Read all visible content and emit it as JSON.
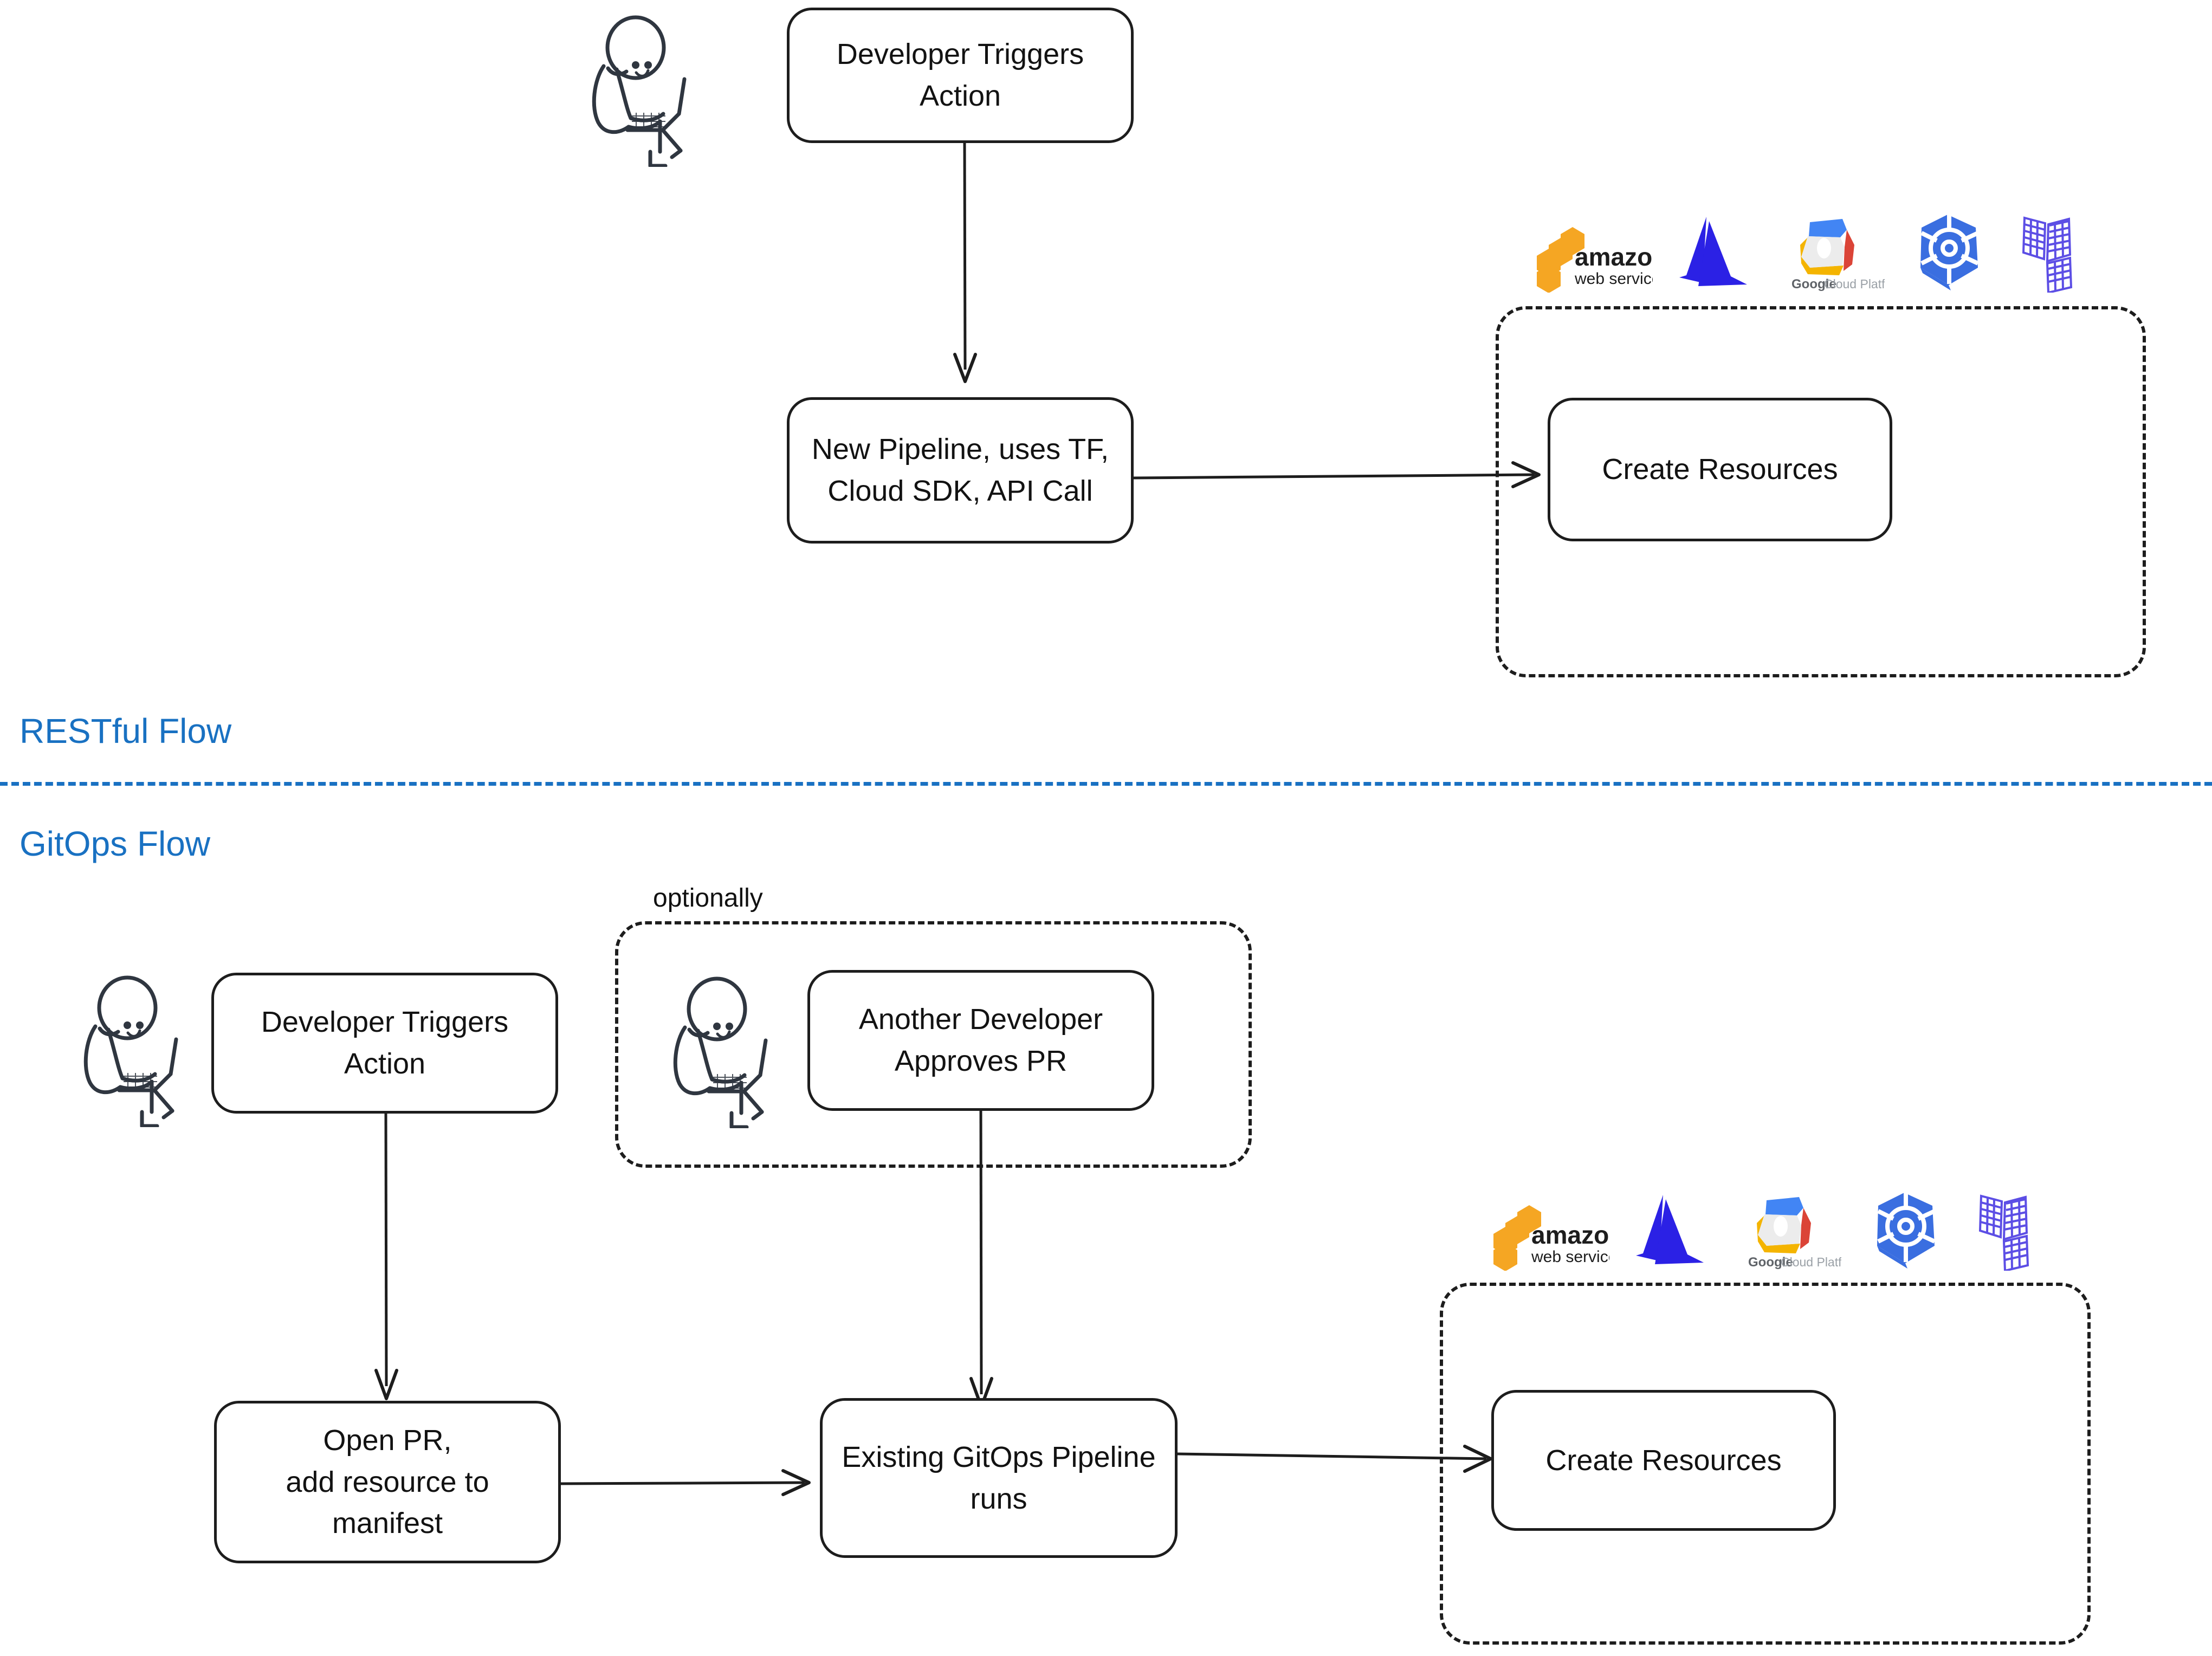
{
  "diagram": {
    "title_restful": "RESTful Flow",
    "title_gitops": "GitOps Flow",
    "optional_label": "optionally"
  },
  "restful_flow": {
    "nodes": [
      {
        "id": "dev-triggers-action",
        "label": "Developer Triggers\nAction"
      },
      {
        "id": "new-pipeline",
        "label": "New Pipeline, uses TF,\nCloud SDK, API Call"
      },
      {
        "id": "create-resources",
        "label": "Create Resources"
      }
    ],
    "actor": "developer-stick-figure"
  },
  "gitops_flow": {
    "nodes": [
      {
        "id": "dev-triggers-action",
        "label": "Developer Triggers\nAction"
      },
      {
        "id": "another-dev-approves",
        "label": "Another Developer\nApproves PR"
      },
      {
        "id": "open-pr",
        "label": "Open PR,\nadd resource to\nmanifest"
      },
      {
        "id": "gitops-pipeline",
        "label": "Existing GitOps Pipeline\nruns"
      },
      {
        "id": "create-resources",
        "label": "Create Resources"
      }
    ],
    "actors": [
      "developer-stick-figure",
      "reviewer-stick-figure"
    ]
  },
  "cloud_logos": [
    {
      "id": "aws",
      "name": "amazon web services",
      "line1": "amazon",
      "line2": "web services",
      "color": "#f5a623"
    },
    {
      "id": "azure",
      "name": "Azure",
      "color": "#2b21e5"
    },
    {
      "id": "gcp",
      "name": "Google Cloud Platform",
      "word1": "Google",
      "word2": "Cloud Platform",
      "color": "#4285f4"
    },
    {
      "id": "kubernetes",
      "name": "Kubernetes",
      "color": "#3a6ee0"
    },
    {
      "id": "terraform",
      "name": "Terraform",
      "color": "#5c4ee5"
    }
  ],
  "colors": {
    "accent": "#1971c2",
    "ink": "#1d1d1d",
    "text": "#121212",
    "aws_orange": "#f5a623",
    "azure_blue": "#2b21e5",
    "gcp_blue": "#4285f4",
    "gcp_red": "#db4437",
    "gcp_yellow": "#f4b400",
    "k8s_blue": "#3a6ee0",
    "terraform_purple": "#5c4ee5"
  }
}
